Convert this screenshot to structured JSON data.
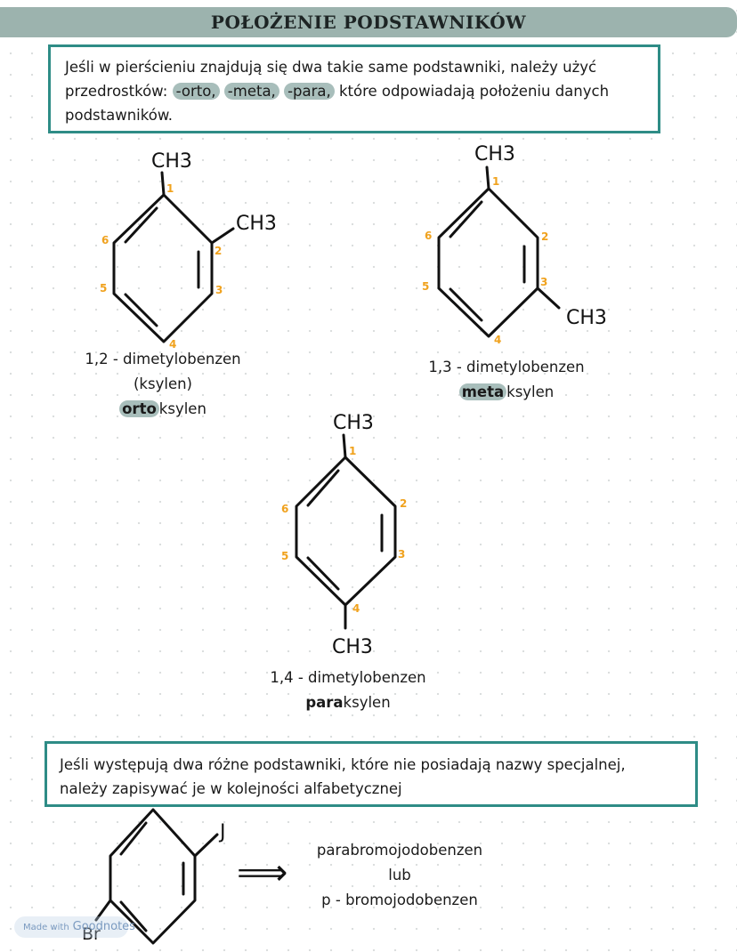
{
  "title": "POŁOŻENIE PODSTAWNIKÓW",
  "intro": {
    "t1": "Jeśli w pierścieniu znajdują się dwa takie same podstawniki, należy użyć",
    "t2": "przedrostków:",
    "ortho": "-orto,",
    "meta": "-meta,",
    "para": "-para,",
    "t3": "które odpowiadają położeniu danych",
    "t4": "podstawników."
  },
  "labels": {
    "ch3": "CH3",
    "pos1": "1",
    "pos2": "2",
    "pos3": "3",
    "pos4": "4",
    "pos5": "5",
    "pos6": "6",
    "iodine": "J",
    "bromine": "Br"
  },
  "colors": {
    "accent": "#2e8c86",
    "highlight": "#a8bebb",
    "title_bar": "#9cb3ae",
    "position_numbers": "#f0a21e"
  },
  "ortho_caption": {
    "name": "1,2 - dimetylobenzen",
    "alt": "(ksylen)",
    "bold": "orto",
    "rest": "ksylen"
  },
  "meta_caption": {
    "name": "1,3 - dimetylobenzen",
    "bold": "meta",
    "rest": "ksylen"
  },
  "para_caption": {
    "name": "1,4 - dimetylobenzen",
    "bold": "para",
    "rest": "ksylen"
  },
  "second_box": {
    "t1": "Jeśli występują dwa różne podstawniki, które nie posiadają nazwy specjalnej,",
    "t2": "należy zapisywać je w kolejności alfabetycznej"
  },
  "example": {
    "arrow": "⟹",
    "name1": "parabromojodobenzen",
    "or": "lub",
    "name2": "p - bromojodobenzen"
  },
  "watermark": {
    "made": "Made with",
    "app": "Goodnotes"
  }
}
